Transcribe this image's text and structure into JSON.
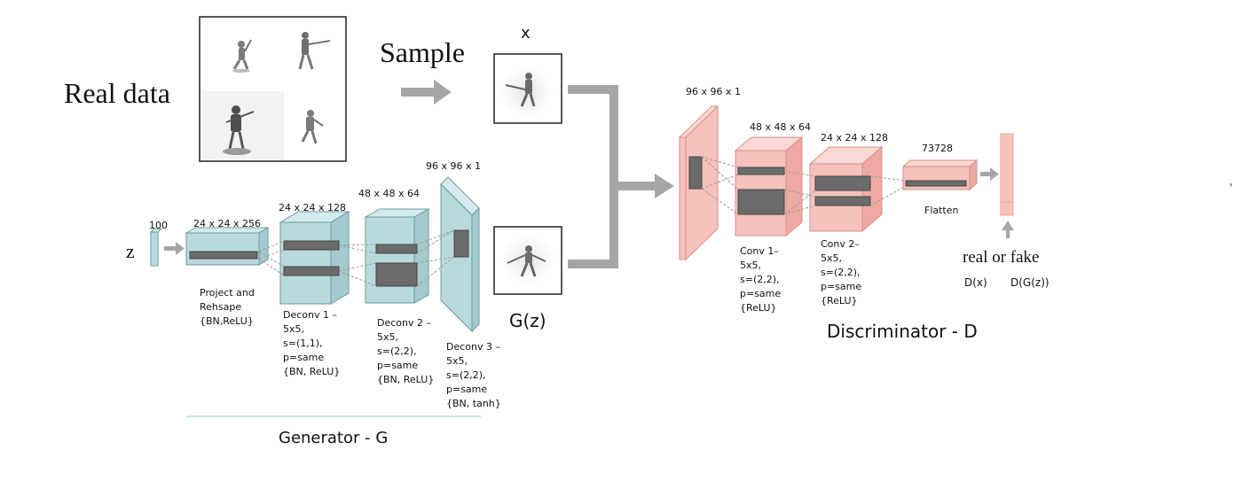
{
  "real_data": {
    "title": "Real data",
    "sample_label": "Sample"
  },
  "generator": {
    "title": "Generator - G",
    "z_label": "z",
    "z_dim": "100",
    "layers": [
      {
        "dims": "24 x 24 x 256",
        "desc": "Project and\nRehsape\n{BN,ReLU}"
      },
      {
        "dims": "24 x 24 x 128",
        "desc": "Deconv 1 –\n5x5,\ns=(1,1),\np=same\n{BN, ReLU}"
      },
      {
        "dims": "48 x 48 x 64",
        "desc": "Deconv 2 –\n5x5,\ns=(2,2),\np=same\n{BN, ReLU}"
      },
      {
        "dims": "96 x 96 x 1",
        "desc": "Deconv 3 –\n5x5,\ns=(2,2),\np=same\n{BN, tanh}"
      }
    ],
    "output_label": "G(z)"
  },
  "discriminator": {
    "title": "Discriminator - D",
    "x_label": "x",
    "layers": [
      {
        "dims": "96 x 96 x 1",
        "desc": ""
      },
      {
        "dims": "48 x 48 x 64",
        "desc": "Conv 1–\n5x5,\ns=(2,2),\np=same\n{ReLU}"
      },
      {
        "dims": "24 x 24 x 128",
        "desc": "Conv 2–\n5x5,\ns=(2,2),\np=same\n{ReLU}"
      },
      {
        "dims": "73728",
        "desc": "Flatten"
      }
    ],
    "output_label": "real or fake",
    "outputs": [
      "D(x)",
      "D(G(z))"
    ]
  },
  "colors": {
    "generator_fill": "#b9dadd",
    "generator_stroke": "#6e9aa0",
    "discriminator_fill": "#f6c2bc",
    "discriminator_stroke": "#d88f88",
    "arrow": "#a6a6a6"
  }
}
